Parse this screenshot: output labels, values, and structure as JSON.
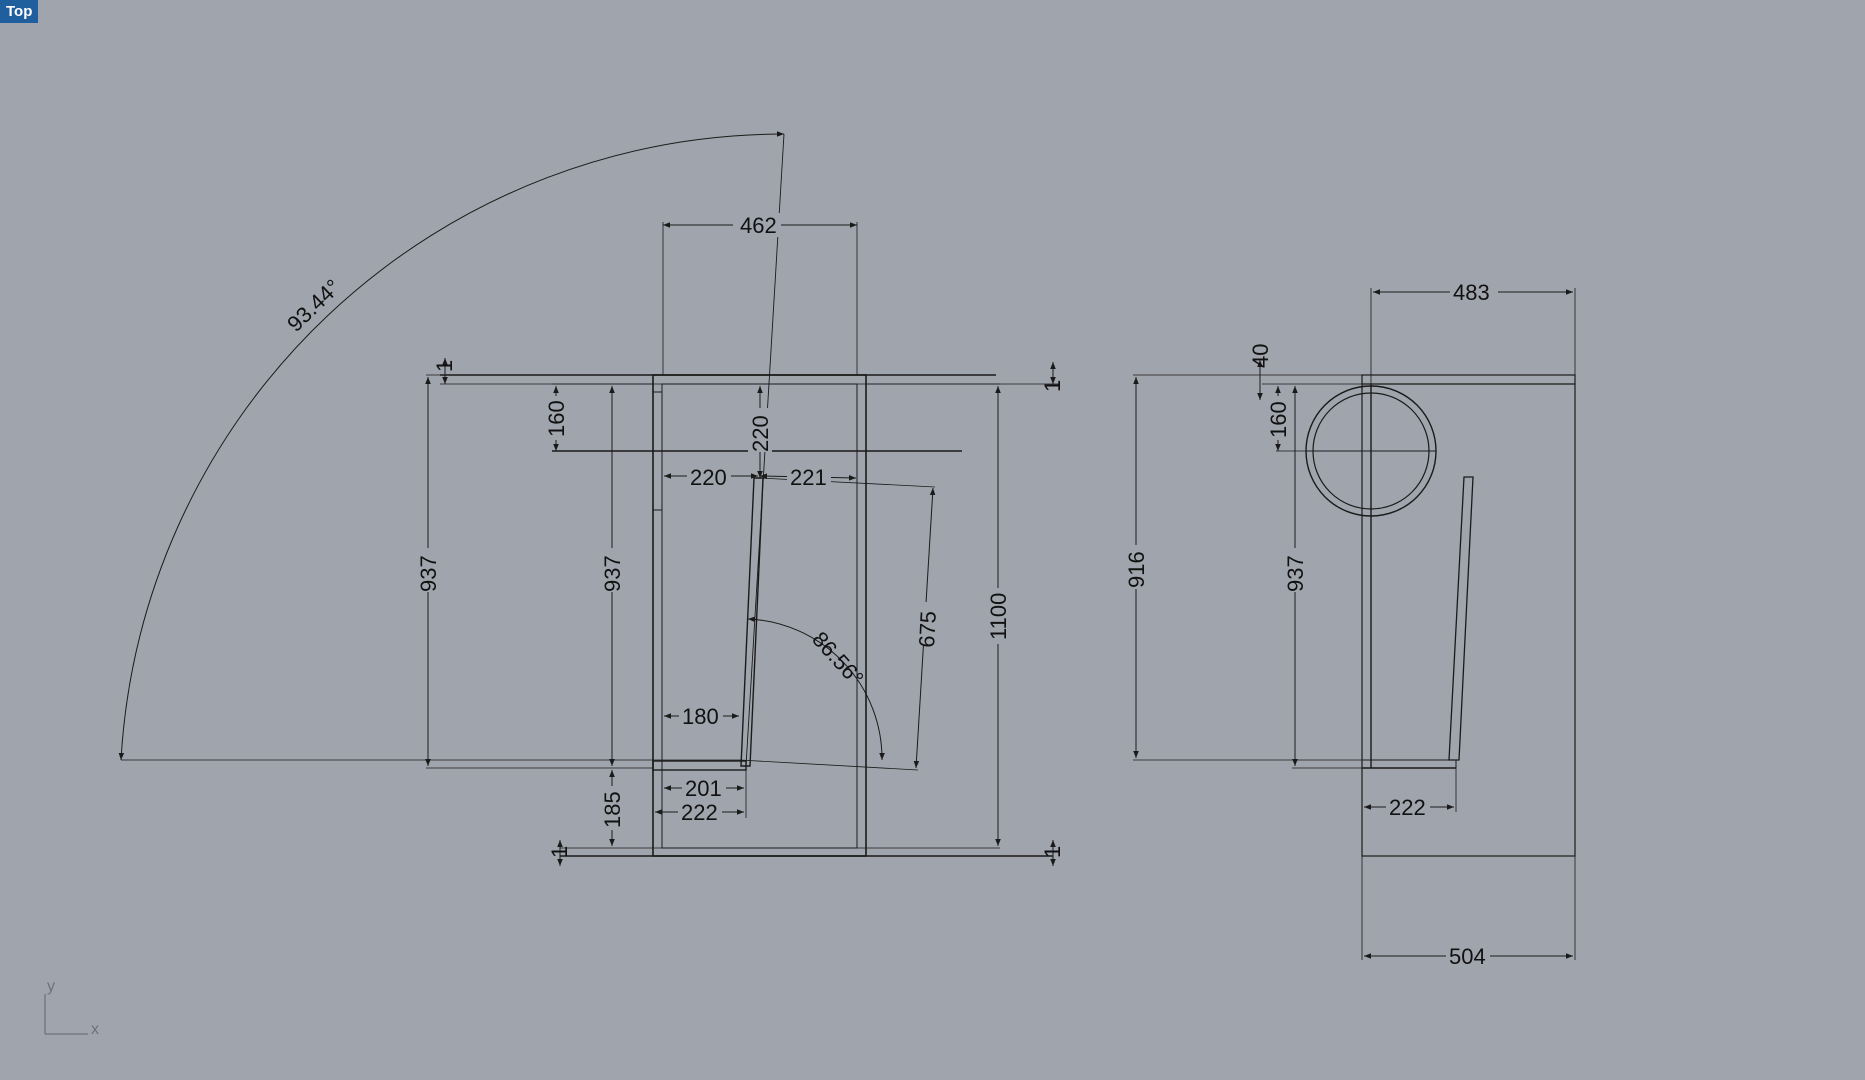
{
  "viewport": {
    "name": "Top"
  },
  "axes": {
    "x_label": "x",
    "y_label": "y"
  },
  "dimensions": {
    "left": {
      "angle_large": "93.44°",
      "width_top": "462",
      "one_top_left": "1",
      "one_top_right": "1",
      "one_bottom_left": "1",
      "one_bottom_right": "1",
      "height_160": "160",
      "height_220": "220",
      "width_220": "220",
      "width_221": "221",
      "height_937_outer": "937",
      "height_937_inner": "937",
      "angle_small": "86.56°",
      "length_675": "675",
      "height_1100": "1100",
      "width_180": "180",
      "width_201": "201",
      "width_222": "222",
      "height_185": "185"
    },
    "right": {
      "width_483": "483",
      "height_40": "40",
      "height_160": "160",
      "height_916": "916",
      "height_937": "937",
      "width_222": "222",
      "width_504": "504"
    }
  },
  "colors": {
    "background": "#a0a5ad",
    "line": "#1a1a1a",
    "tab": "#1f5f9e"
  }
}
